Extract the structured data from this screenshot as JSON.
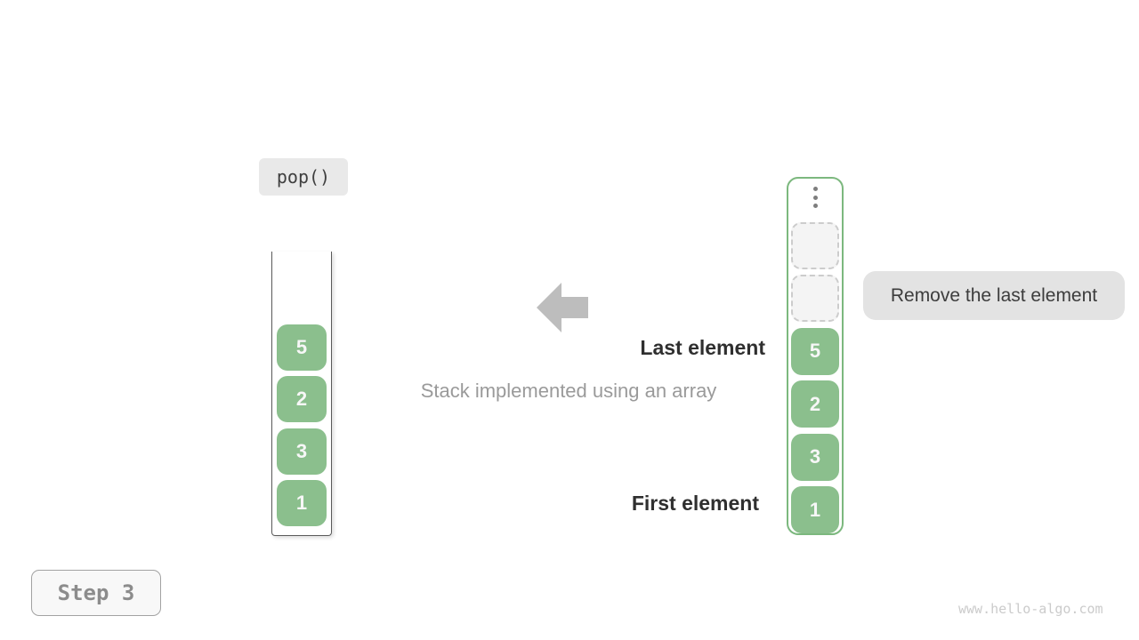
{
  "operation_label": "pop()",
  "step_label": "Step 3",
  "annotations": {
    "last_element": "Last element",
    "first_element": "First element",
    "caption": "Stack implemented using an array",
    "action": "Remove the last element"
  },
  "stack_view": {
    "values_top_to_bottom": [
      "5",
      "2",
      "3",
      "1"
    ]
  },
  "array_view": {
    "empty_slot_count": 2,
    "values_top_to_bottom": [
      "5",
      "2",
      "3",
      "1"
    ]
  },
  "watermark": "www.hello-algo.com",
  "colors": {
    "cell_green": "#8bbf8d",
    "array_border_green": "#7cb87e",
    "arrow_gray": "#bdbdbd",
    "operation_badge_bg": "#e9e9e9",
    "action_badge_bg": "#e3e3e3",
    "step_badge_bg": "#f8f8f8",
    "bold_label_color": "#2f2f2f",
    "caption_color": "#9a9a9a"
  }
}
